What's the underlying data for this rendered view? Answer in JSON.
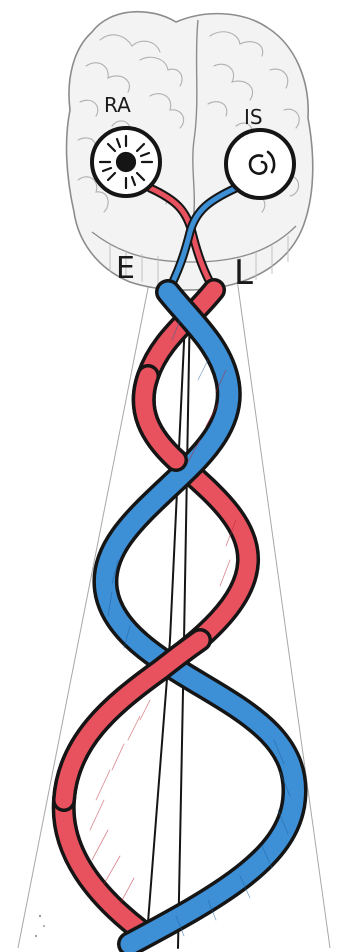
{
  "labels": {
    "left_circle": "RA",
    "right_circle": "IS",
    "left_lobe": "E",
    "right_lobe": "L"
  },
  "colors": {
    "red_strand": "#e8525f",
    "blue_strand": "#3d8fd6",
    "outline": "#151515",
    "brain_line": "#9a9a9a",
    "cone_line": "#a8a8a8"
  },
  "icons": {
    "left_circle_icon": "sun-icon",
    "right_circle_icon": "spiral-icon"
  }
}
